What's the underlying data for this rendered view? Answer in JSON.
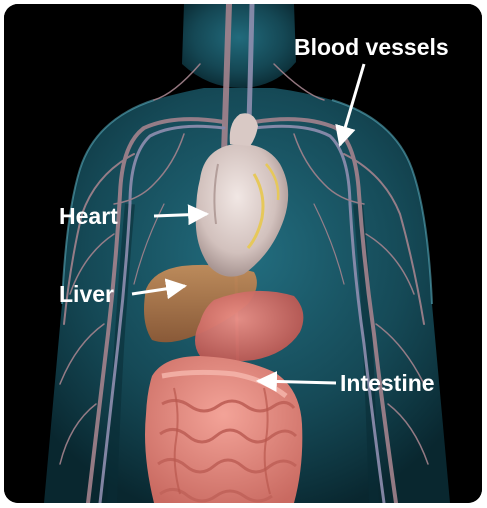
{
  "labels": {
    "blood_vessels": "Blood vessels",
    "heart": "Heart",
    "liver": "Liver",
    "intestine": "Intestine"
  },
  "colors": {
    "background": "#000000",
    "body": "#1f6f85",
    "heart": "#d8c9c6",
    "liver": "#b8814f",
    "stomach": "#d9716b",
    "intestine": "#e48a80",
    "vessels": "#9c7d88",
    "label_text": "#ffffff"
  },
  "icons": [
    "label-arrow-icon"
  ]
}
